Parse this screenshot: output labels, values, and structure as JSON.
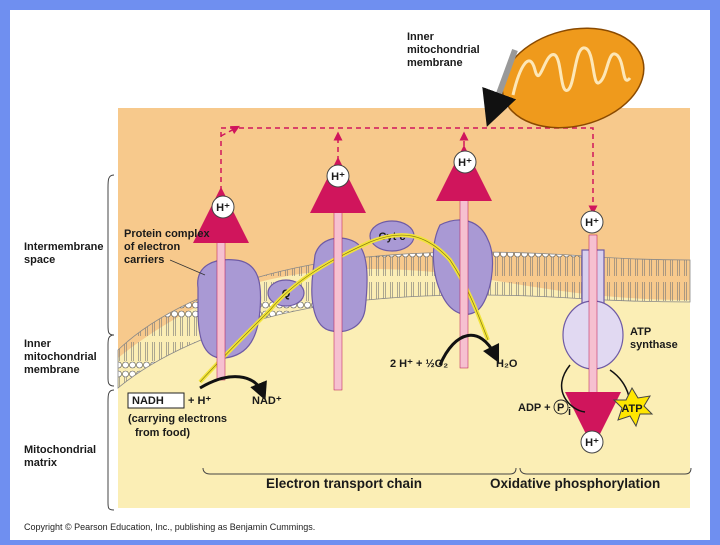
{
  "labels": {
    "inner_membrane_top": [
      "Inner",
      "mitochondrial",
      "membrane"
    ],
    "intermembrane_space": [
      "Intermembrane",
      "space"
    ],
    "inner_membrane_side": [
      "Inner",
      "mitochondrial",
      "membrane"
    ],
    "matrix": [
      "Mitochondrial",
      "matrix"
    ],
    "protein_complex": [
      "Protein complex",
      "of electron",
      "carriers"
    ],
    "cyt_c": "Cyt c",
    "q": "Q",
    "proton": "H⁺",
    "nadh": "NADH",
    "plus_h": "+ H⁺",
    "nad": "NAD⁺",
    "carrying": [
      "(carrying electrons",
      "from food)"
    ],
    "oxygen_eq": "2 H⁺ + ½O₂",
    "water": "H₂O",
    "atp_synthase": [
      "ATP",
      "synthase"
    ],
    "adp": "ADP +",
    "pi": "P",
    "pi_sub": "i",
    "atp": "ATP",
    "etc": "Electron transport chain",
    "oxphos": "Oxidative phosphorylation",
    "copyright": "Copyright © Pearson Education, Inc., publishing as Benjamin Cummings."
  },
  "colors": {
    "background_frame": "#6f8ff0",
    "intermembrane": "#f7c98c",
    "matrix": "#fbeeb5",
    "protein": "#a999d4",
    "proton_arrow": "#d0155c",
    "electron_path": "#f2e43a",
    "mitochondrion": "#ef9a1c",
    "atp_star": "#ffe600"
  }
}
